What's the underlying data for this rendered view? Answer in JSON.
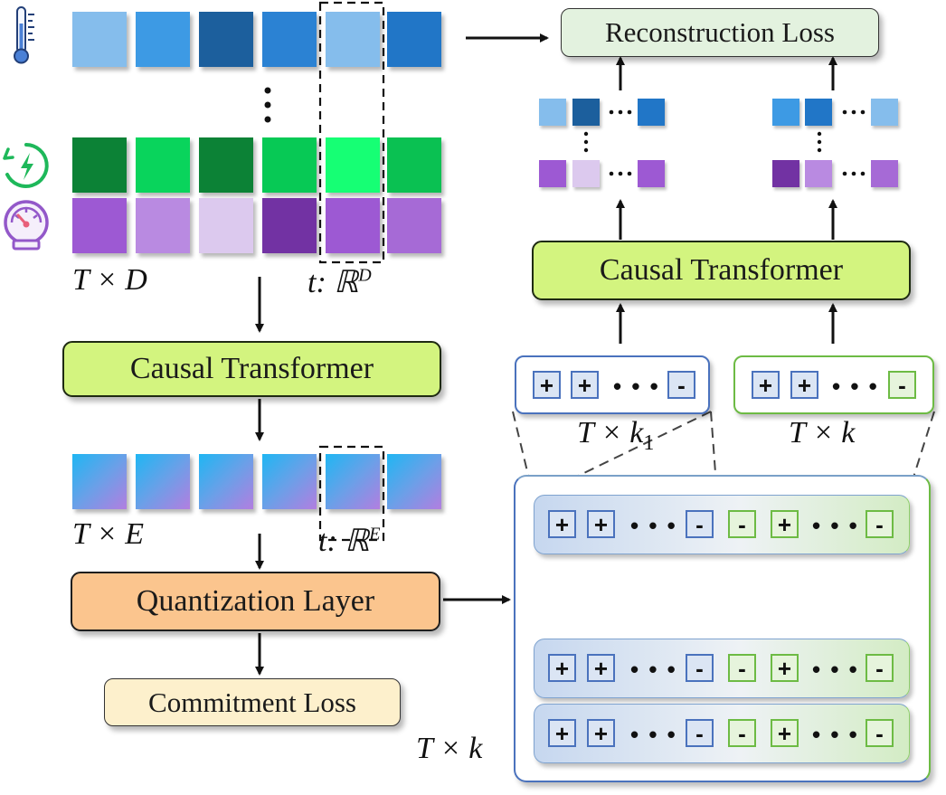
{
  "labels": {
    "reconstruction_loss": "Reconstruction Loss",
    "causal_transformer_left": "Causal Transformer",
    "causal_transformer_right": "Causal Transformer",
    "quantization_layer": "Quantization Layer",
    "commitment_loss": "Commitment Loss",
    "input_dims": "T × D",
    "input_slice": "t: ℝ",
    "input_slice_sup": "D",
    "embed_dims": "T × E",
    "embed_slice": "t: ℝ",
    "embed_slice_sup": "E",
    "group1_dims": "T × k",
    "group1_sub": "1",
    "group2_dims": "T × k",
    "code_dims": "T × k"
  },
  "tokens": {
    "plus": "+",
    "minus": "-",
    "ellipsis": "• • •"
  },
  "icons": [
    "thermometer-icon",
    "battery-charging-icon",
    "speedometer-icon"
  ],
  "colors": {
    "temperature_row": [
      "#85bdec",
      "#3d9ae4",
      "#1c5f9d",
      "#2b82d3",
      "#85bdec",
      "#2176c7"
    ],
    "battery_row": [
      "#0c8236",
      "#09d45c",
      "#0c8236",
      "#07c955",
      "#16ff74",
      "#0ac152"
    ],
    "pressure_row": [
      "#9d59d3",
      "#b98ae1",
      "#dcc9ee",
      "#7232a3",
      "#9d59d3",
      "#a66ad6"
    ],
    "accent_blue": "#4a72bd",
    "accent_green": "#6dbb44",
    "module_green": "#d3f47f",
    "quantization_orange": "#fbc58e"
  }
}
